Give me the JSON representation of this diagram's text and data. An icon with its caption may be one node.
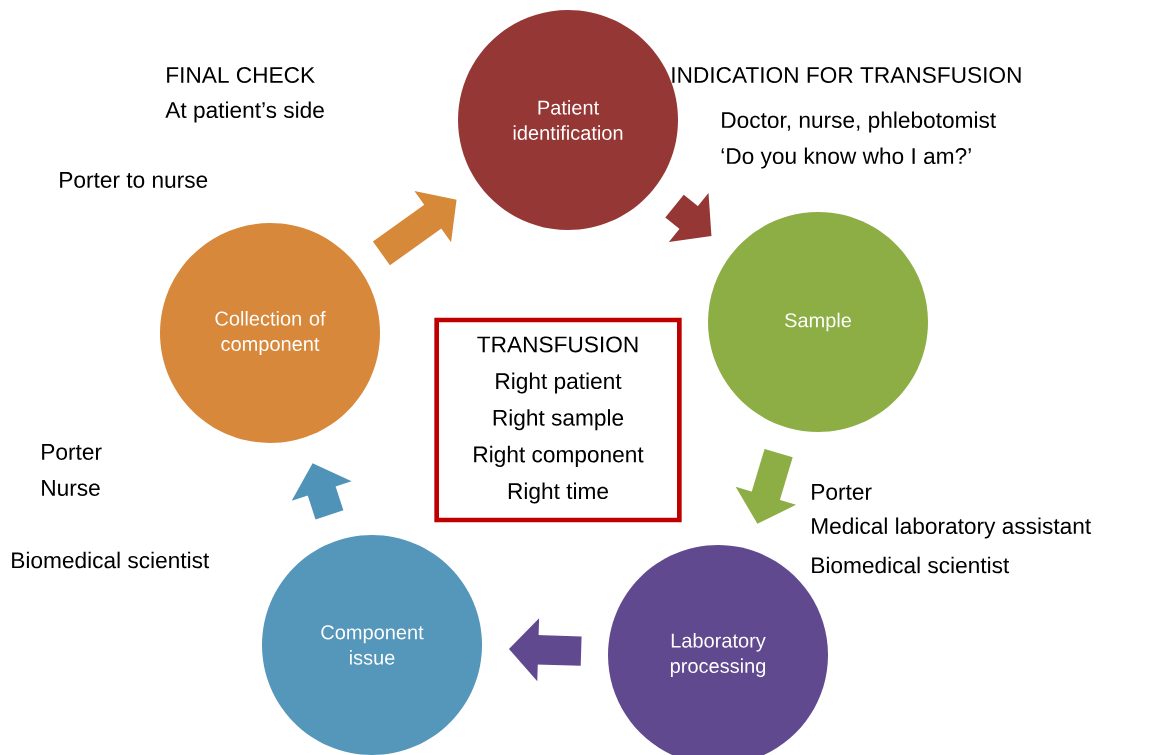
{
  "diagram": {
    "nodes": [
      {
        "text": [
          "Patient identification"
        ]
      },
      {
        "text": [
          "Sample"
        ]
      },
      {
        "text": [
          "Laboratory processing"
        ]
      },
      {
        "text": [
          "Component issue"
        ]
      },
      {
        "text": [
          "Collection of component"
        ]
      },
      {
        "text": [
          "TRANSFUSION",
          "Right patient",
          "Right sample",
          "Right component",
          "Right time"
        ]
      }
    ],
    "edges": [
      {
        "from": 0,
        "to": 1,
        "arrow": "to",
        "color": "#953735"
      },
      {
        "from": 1,
        "to": 2,
        "arrow": "to",
        "color": "#8cae44"
      },
      {
        "from": 2,
        "to": 3,
        "arrow": "to",
        "color": "#61498f"
      },
      {
        "from": 3,
        "to": 4,
        "arrow": "to",
        "color": "#4f93b8"
      },
      {
        "from": 4,
        "to": 0,
        "arrow": "to",
        "color": "#d7893a"
      }
    ],
    "labels": [
      "FINAL CHECK",
      "INDICATION FOR TRANSFUSION",
      "At patient’s side",
      "Doctor, nurse, phlebotomist",
      "Porter to nurse",
      "‘Do you know who I am?’",
      "Porter",
      "Nurse",
      "Porter",
      "Medical laboratory assistant",
      "Biomedical scientist",
      "Biomedical scientist"
    ]
  }
}
